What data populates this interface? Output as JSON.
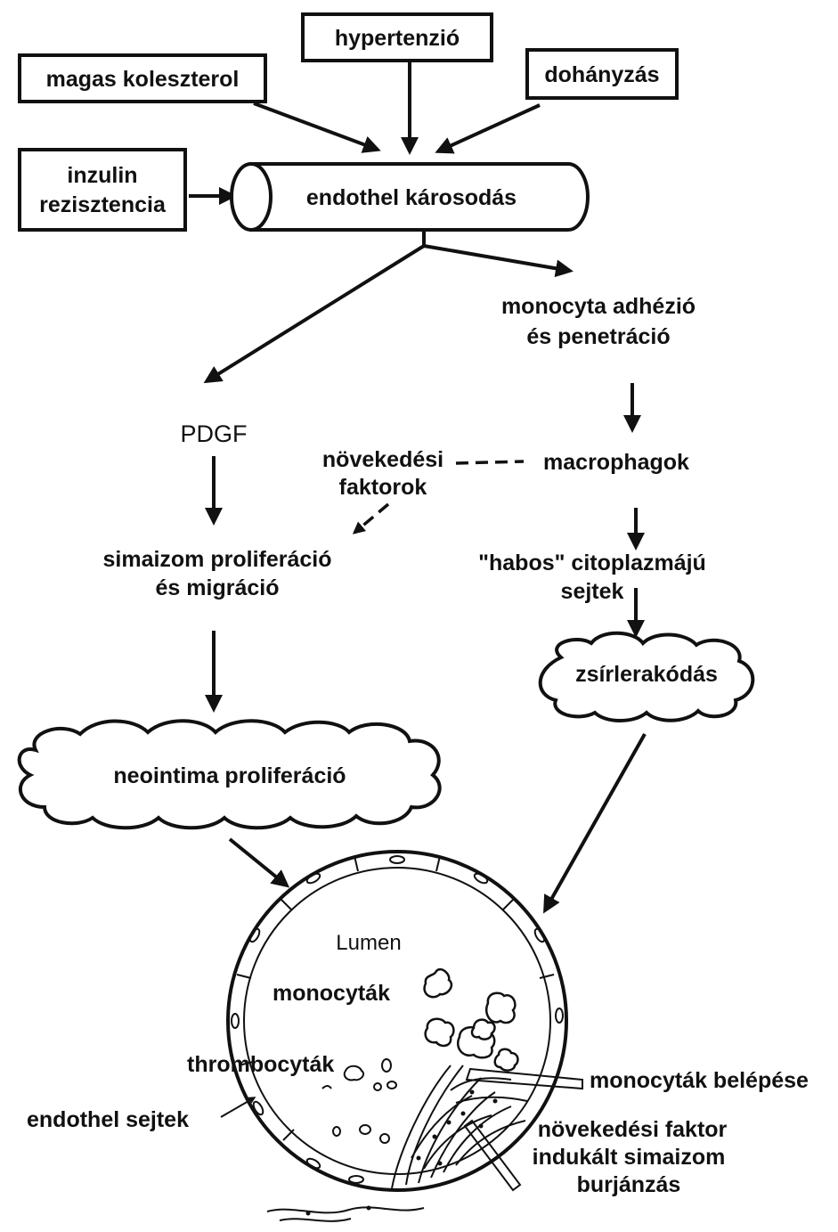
{
  "colors": {
    "ink": "#111111",
    "background": "#ffffff"
  },
  "risk_factors": {
    "hypertension": "hypertenzió",
    "cholesterol": "magas koleszterol",
    "smoking": "dohányzás",
    "insulin_line1": "inzulin",
    "insulin_line2": "rezisztencia"
  },
  "endothel_damage": "endothel károsodás",
  "monocyte_adhesion": {
    "line1": "monocyta adhézió",
    "line2": "és penetráció"
  },
  "pdgf": "PDGF",
  "growth_factors": {
    "line1": "növekedési",
    "line2": "faktorok"
  },
  "macrophages": "macrophagok",
  "smooth_muscle": {
    "line1": "simaizom proliferáció",
    "line2": "és migráció"
  },
  "foam_cells": {
    "line1": "\"habos\" citoplazmájú",
    "line2": "sejtek"
  },
  "fat_deposit": "zsírlerakódás",
  "neointima": "neointima proliferáció",
  "vessel": {
    "lumen": "Lumen",
    "monocytes": "monocyták",
    "platelets": "thrombocyták",
    "endothelial_cells": "endothel sejtek",
    "monocyte_entry": "monocyták belépése",
    "gf_line1": "növekedési faktor",
    "gf_line2": "indukált simaizom",
    "gf_line3": "burjánzás"
  }
}
